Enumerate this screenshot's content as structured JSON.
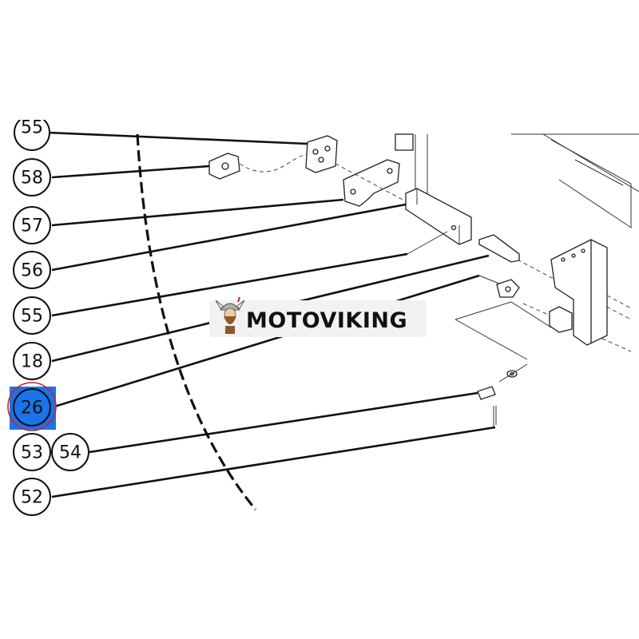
{
  "callouts": [
    {
      "id": "c-top",
      "label": "55"
    },
    {
      "id": "c58",
      "label": "58"
    },
    {
      "id": "c57",
      "label": "57"
    },
    {
      "id": "c56",
      "label": "56"
    },
    {
      "id": "c55",
      "label": "55"
    },
    {
      "id": "c18",
      "label": "18"
    },
    {
      "id": "c26",
      "label": "26",
      "selected": true
    },
    {
      "id": "c53",
      "label": "53"
    },
    {
      "id": "c54",
      "label": "54"
    },
    {
      "id": "c52",
      "label": "52"
    }
  ],
  "watermark": {
    "text": "MOTOVIKING",
    "logo_icon": "viking-mascot-icon",
    "colors": {
      "background": "#f2f2f2",
      "text": "#111111",
      "mascot_helmet": "#b0b0b0",
      "mascot_beard": "#8a5a2b"
    }
  },
  "colors": {
    "selection_fill": "#1a73e8",
    "selection_ring": "#cc2222",
    "line_art": "#111111"
  }
}
